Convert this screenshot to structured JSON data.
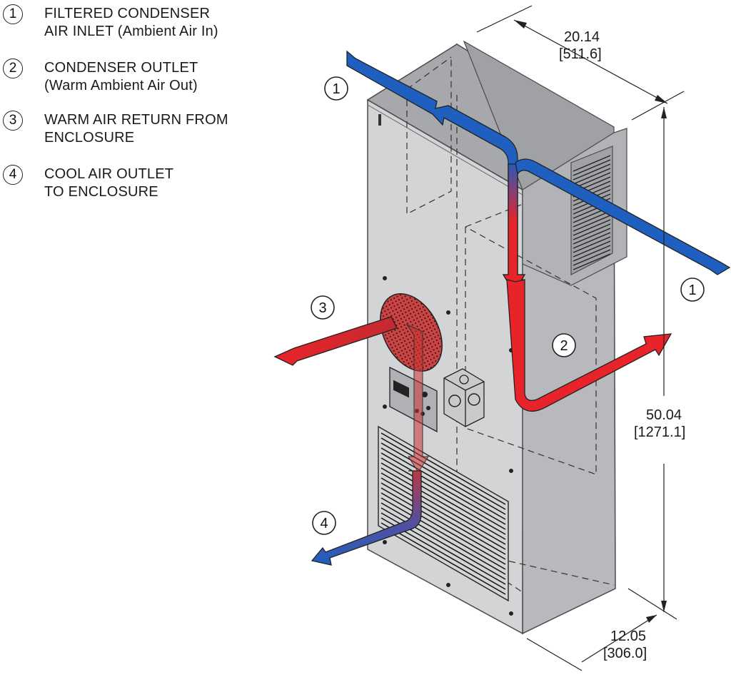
{
  "legend": [
    {
      "num": "1",
      "line1": "FILTERED CONDENSER",
      "line2": "AIR INLET (Ambient Air In)"
    },
    {
      "num": "2",
      "line1": "CONDENSER OUTLET",
      "line2": "(Warm Ambient Air Out)"
    },
    {
      "num": "3",
      "line1": "WARM AIR RETURN FROM",
      "line2": "ENCLOSURE"
    },
    {
      "num": "4",
      "line1": "COOL AIR OUTLET",
      "line2": "TO ENCLOSURE"
    }
  ],
  "dimensions": {
    "width": {
      "value": "20.14",
      "metric": "[511.6]"
    },
    "height": {
      "value": "50.04",
      "metric": "[1271.1]"
    },
    "depth": {
      "value": "12.05",
      "metric": "[306.0]"
    }
  },
  "callouts": {
    "inlet_top": "1",
    "inlet_right": "1",
    "condenser_outlet": "2",
    "return": "3",
    "cool_outlet": "4"
  },
  "colors": {
    "cool_air": "#1f5fbf",
    "warm_air": "#e8242a",
    "unit_front": "#d2d3d5",
    "unit_side": "#b9babd",
    "unit_top": "#a7a9ac"
  }
}
